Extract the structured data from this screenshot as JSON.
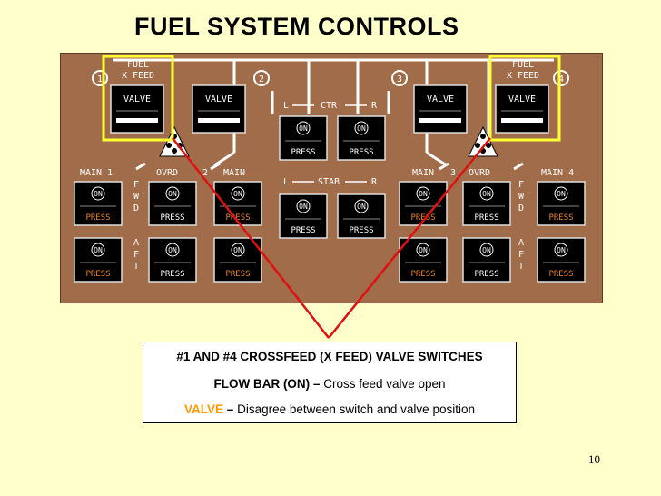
{
  "title": "FUEL SYSTEM CONTROLS",
  "panel": {
    "xfeed_label_line1": "FUEL",
    "xfeed_label_line2": "X FEED",
    "valve": "VALVE",
    "on": "ON",
    "press": "PRESS",
    "main_1": "MAIN 1",
    "main_2": "MAIN",
    "main_3": "MAIN",
    "main_4": "MAIN 4",
    "ovrd": "OVRD",
    "num_1": "1",
    "num_2": "2",
    "num_3": "3",
    "num_4": "4",
    "small_1": "1",
    "small_2": "2",
    "small_3": "3",
    "small_4": "4",
    "ctr": "CTR",
    "stab": "STAB",
    "left": "L",
    "right": "R",
    "fwd": "FWD",
    "aft": "AFT"
  },
  "info": {
    "heading": "#1 AND #4 CROSSFEED (X FEED) VALVE SWITCHES",
    "flow_bar_term": "FLOW BAR (ON) –",
    "flow_bar_desc": "Cross feed valve open",
    "valve_term": "VALVE",
    "valve_dash": "–",
    "valve_desc": "Disagree between switch and valve position"
  },
  "page_number": "10",
  "colors": {
    "background": "#ffffcc",
    "panel": "#a06c49",
    "highlight": "#ffff33",
    "pointer": "#e01010",
    "press_amber": "#e8852a"
  }
}
